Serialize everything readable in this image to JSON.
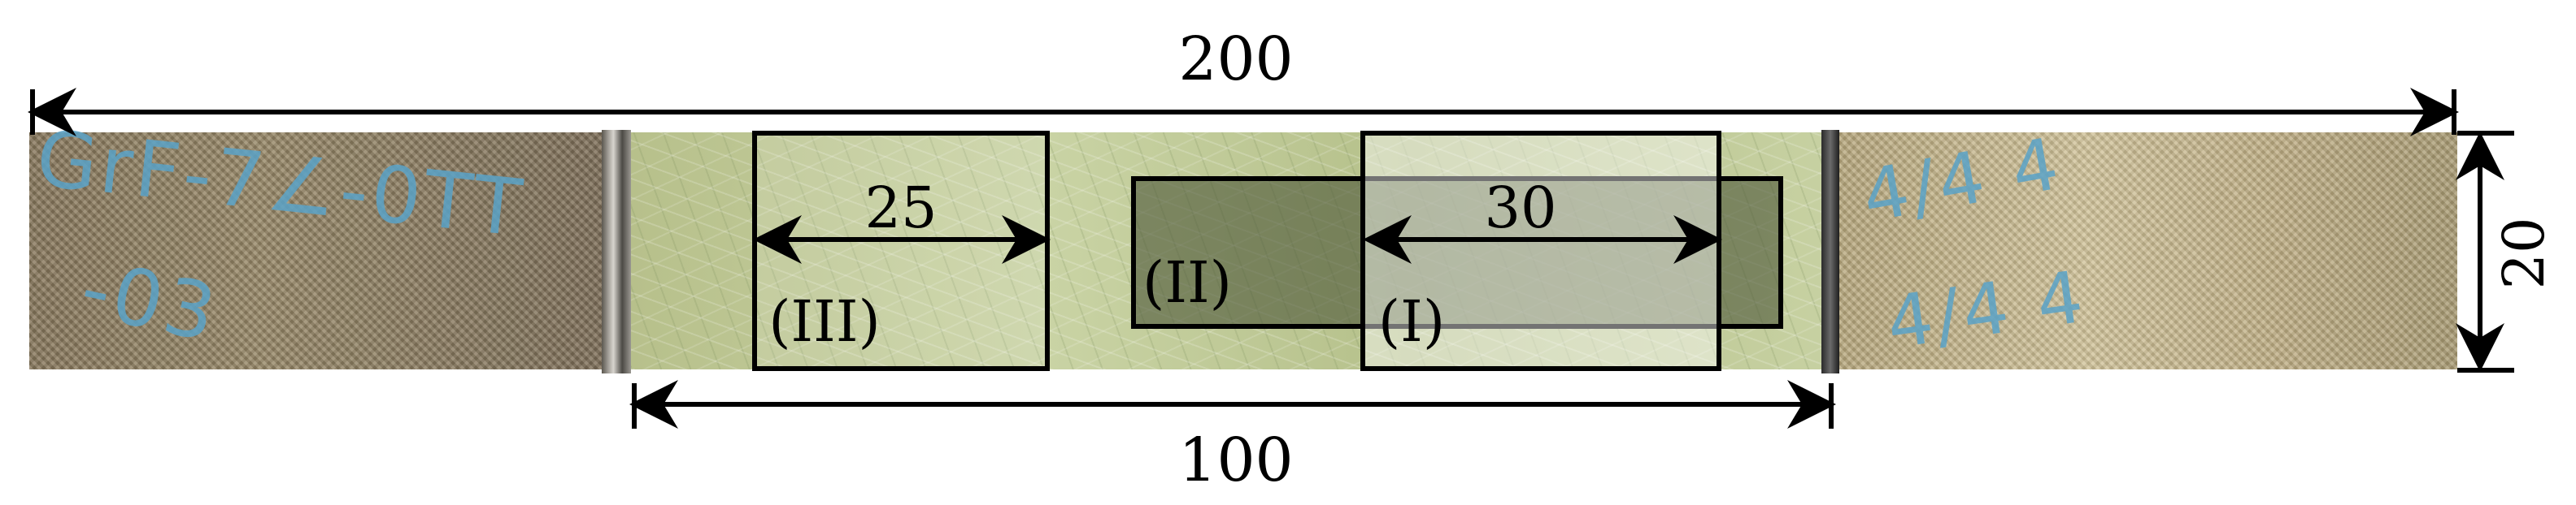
{
  "dimensions": {
    "overall_length": "200",
    "gauge_length": "100",
    "width": "20",
    "region_III_length": "25",
    "region_I_length": "30"
  },
  "regions": {
    "I": "(I)",
    "II": "(II)",
    "III": "(III)"
  },
  "handwriting": {
    "left_line1": "GrF-7∠-0TT",
    "left_line2": "-03",
    "right_line1": "4/4 4 ",
    "right_line2": "4/4 4"
  }
}
